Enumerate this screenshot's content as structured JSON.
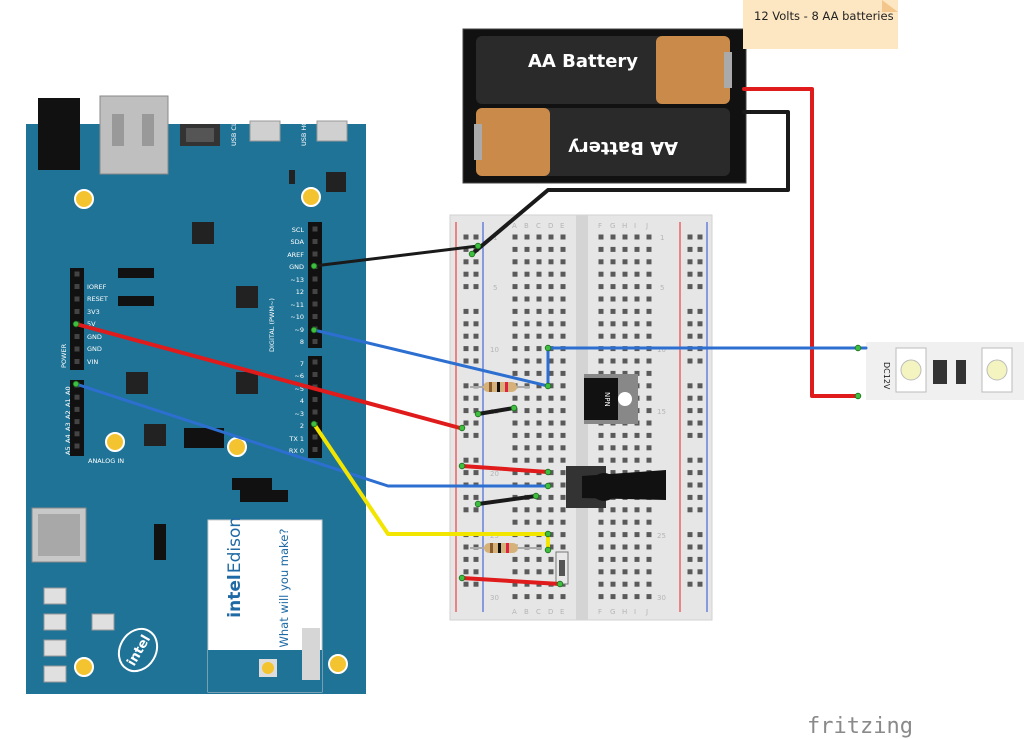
{
  "note": {
    "text": "12 Volts - 8 AA batteries"
  },
  "battery": {
    "top_label": "AA Battery",
    "bottom_label": "AA Battery"
  },
  "board": {
    "usb_client": "USB CLIENT",
    "usb_host": "USB HOST",
    "power_header_title": "POWER",
    "power_pins": [
      "IOREF",
      "RESET",
      "3V3",
      "5V",
      "GND",
      "GND",
      "VIN"
    ],
    "analog_header_title": "ANALOG IN",
    "analog_pins": [
      "A5",
      "A4",
      "A3",
      "A2",
      "A1",
      "A0"
    ],
    "digital_pins_top": [
      "SCL",
      "SDA",
      "AREF",
      "GND",
      "~13",
      "12",
      "~11",
      "~10",
      "~9",
      "8"
    ],
    "digital_pins_bottom": [
      "7",
      "~6",
      "~5",
      "4",
      "~3",
      "2",
      "TX 1",
      "RX 0"
    ],
    "digital_header_title": "DIGITAL (PWM~)",
    "module_brand": "intel",
    "module_name": "Edison",
    "module_tagline": "What will you make?",
    "board_logo": "intel"
  },
  "breadboard": {
    "columns_left": [
      "A",
      "B",
      "C",
      "D",
      "E"
    ],
    "columns_right": [
      "F",
      "G",
      "H",
      "I",
      "J"
    ],
    "row_numbers": [
      "1",
      "5",
      "10",
      "15",
      "20",
      "25",
      "30"
    ]
  },
  "transistor": {
    "label": "NPN"
  },
  "led_strip": {
    "label": "DC12V"
  },
  "footer": {
    "brand": "fritzing"
  },
  "colors": {
    "board": "#1f7396",
    "wire_red": "#e01b1b",
    "wire_black": "#1a1a1a",
    "wire_blue": "#2c6fd1",
    "wire_yellow": "#f2e500",
    "note_bg": "#fde7c3"
  }
}
